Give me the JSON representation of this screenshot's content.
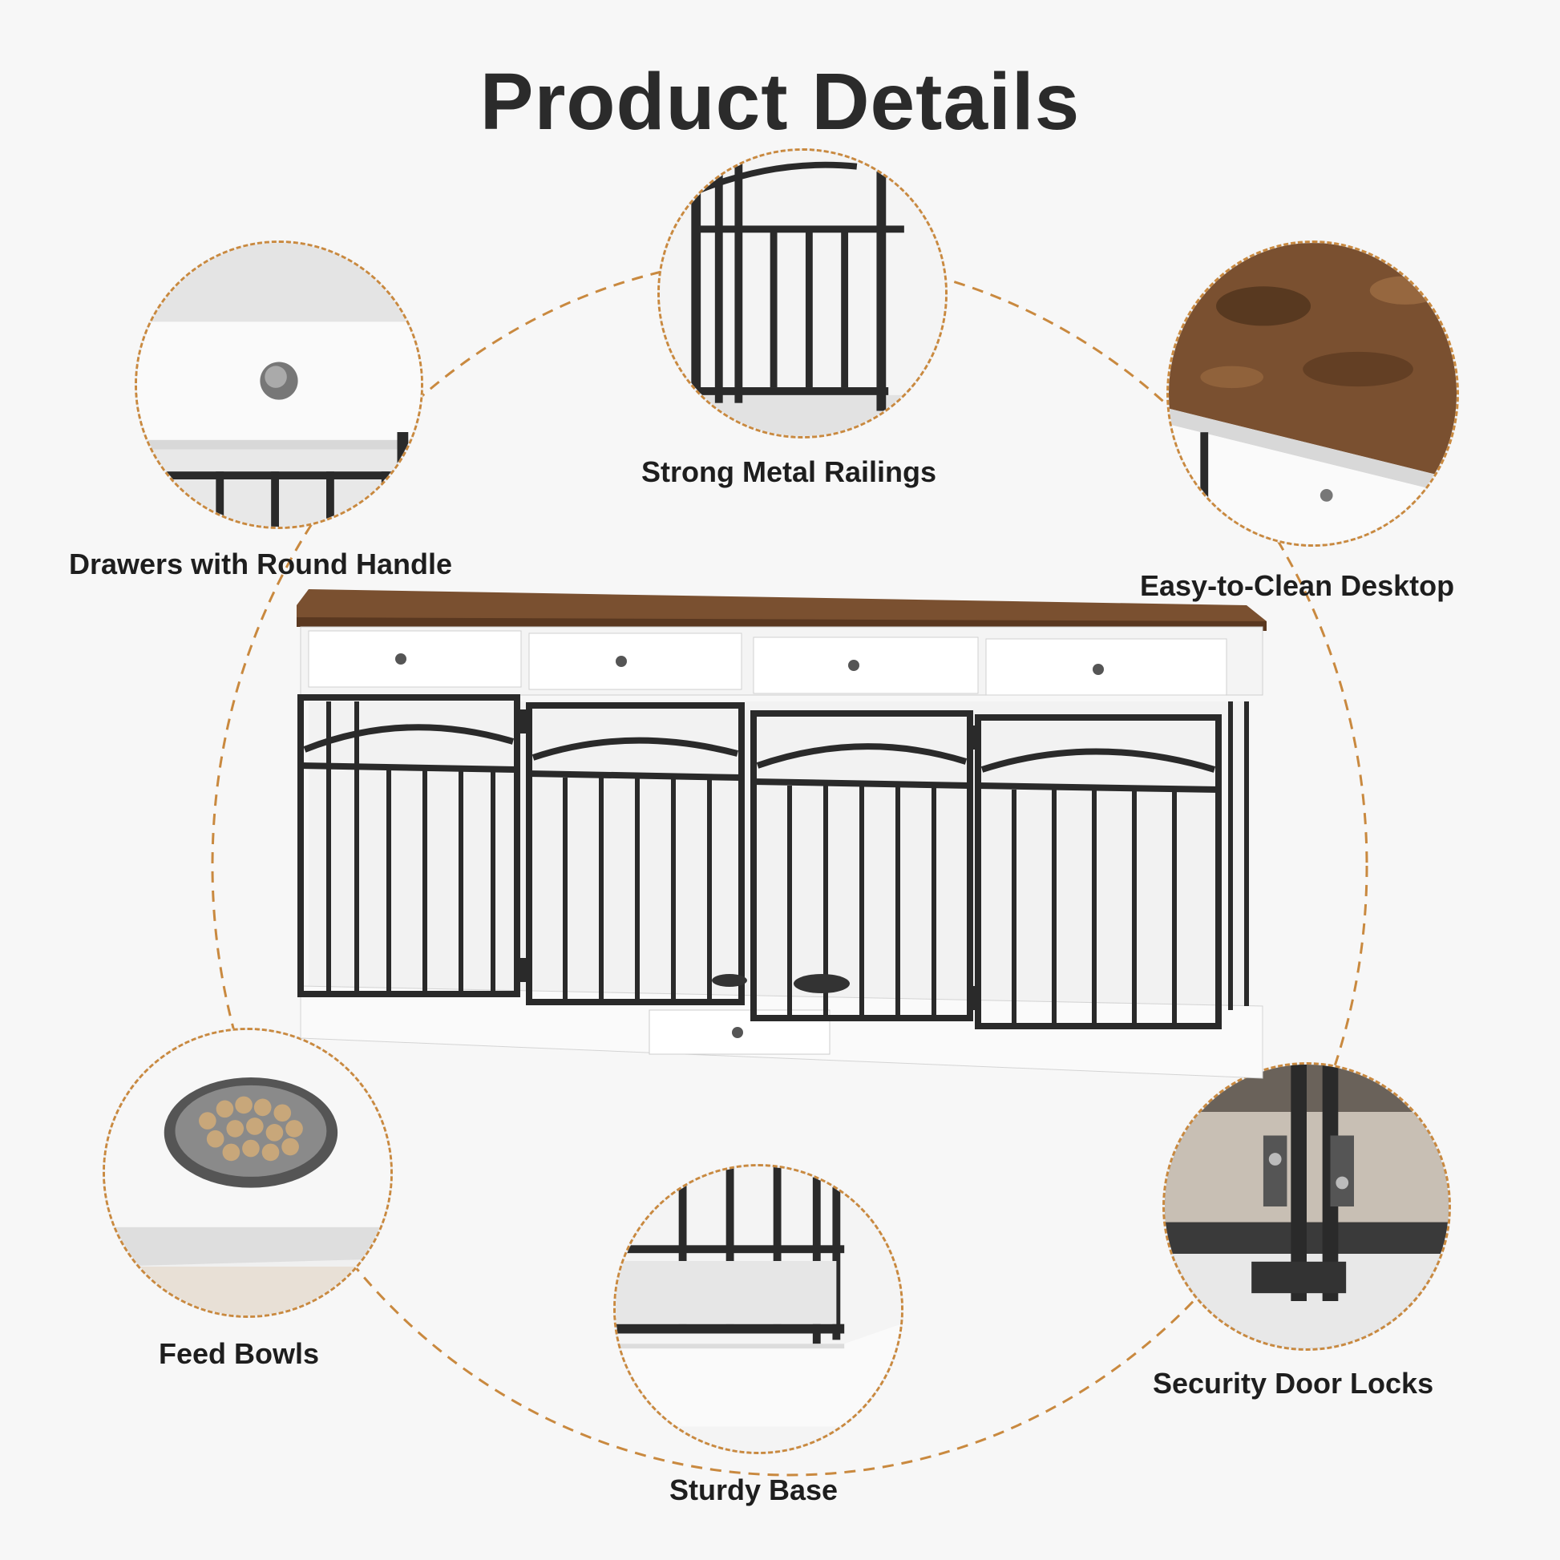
{
  "page": {
    "title": "Product Details",
    "accent_color": "#c9893f",
    "text_color": "#1e1e1e"
  },
  "features": [
    {
      "label": "Drawers with Round Handle",
      "icon": "drawer-handle-closeup"
    },
    {
      "label": "Strong Metal Railings",
      "icon": "metal-railing-closeup"
    },
    {
      "label": "Easy-to-Clean Desktop",
      "icon": "wood-desktop-closeup"
    },
    {
      "label": "Feed Bowls",
      "icon": "feed-bowl-closeup"
    },
    {
      "label": "Sturdy Base",
      "icon": "base-closeup"
    },
    {
      "label": "Security Door Locks",
      "icon": "door-lock-closeup"
    }
  ],
  "product": {
    "icon": "dog-kennel-furniture",
    "wood_color": "#7a5030",
    "panel_color": "#ffffff",
    "metal_color": "#2a2a2a"
  }
}
